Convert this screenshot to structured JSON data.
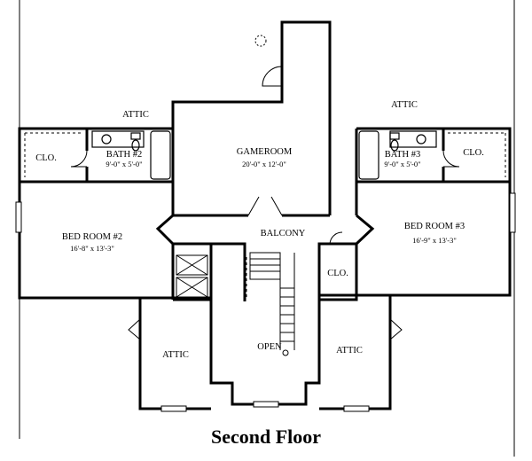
{
  "title": "Second Floor",
  "rooms": {
    "gameroom": {
      "name": "GAMEROOM",
      "size": "20'-0\" x 12'-0\""
    },
    "bed2": {
      "name": "BED ROOM #2",
      "size": "16'-8\" x 13'-3\""
    },
    "bed3": {
      "name": "BED ROOM #3",
      "size": "16'-9\" x 13'-3\""
    },
    "bath2": {
      "name": "BATH #2",
      "size": "9'-0\" x 5'-0\""
    },
    "bath3": {
      "name": "BATH #3",
      "size": "9'-0\" x 5'-0\""
    },
    "balcony": {
      "name": "BALCONY"
    },
    "open": {
      "name": "OPEN"
    },
    "clo_left": {
      "name": "CLO."
    },
    "clo_right": {
      "name": "CLO."
    },
    "clo_center": {
      "name": "CLO."
    },
    "attic_top_left": {
      "name": "ATTIC"
    },
    "attic_top_right": {
      "name": "ATTIC"
    },
    "attic_bottom_left": {
      "name": "ATTIC"
    },
    "attic_bottom_right": {
      "name": "ATTIC"
    }
  }
}
